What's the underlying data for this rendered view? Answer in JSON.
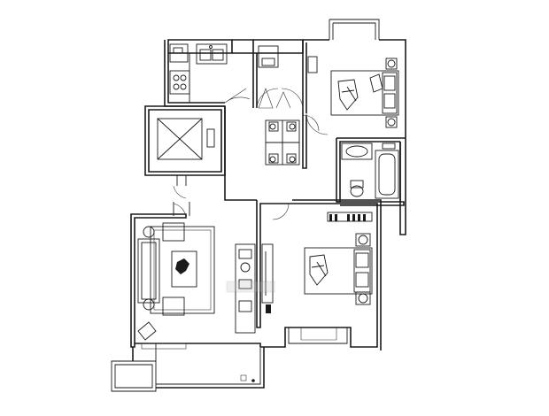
{
  "drawing": {
    "type": "apartment-floor-plan",
    "rooms": [
      "kitchen",
      "utility-closet",
      "elevator-stair-core",
      "dining",
      "master-bedroom",
      "bathroom",
      "second-bedroom",
      "living-room",
      "balcony"
    ],
    "line_color": "#1a1a1a",
    "background": "#ffffff"
  }
}
